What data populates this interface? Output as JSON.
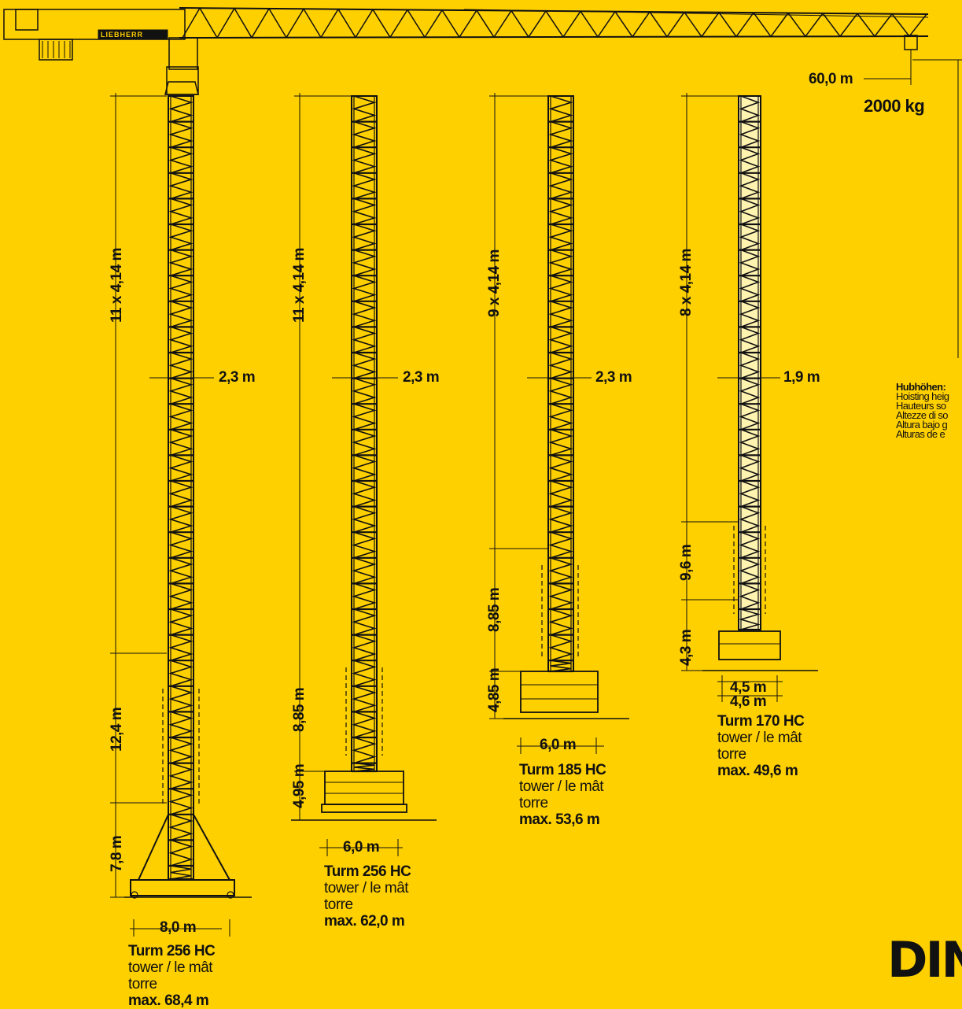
{
  "crane": {
    "brand": "LIEBHERR",
    "radius_label": "60,0 m",
    "load_label": "2000 kg"
  },
  "towers": [
    {
      "id": "t1",
      "sections_label": "11 x 4,14 m",
      "width_label": "2,3 m",
      "lower1_label": "12,4 m",
      "lower2_label": "7,8 m",
      "base_label": "8,0 m",
      "name": "Turm 256 HC",
      "line2": "tower / le mât",
      "line3": "torre",
      "max": "max. 68,4 m"
    },
    {
      "id": "t2",
      "sections_label": "11 x 4,14 m",
      "width_label": "2,3 m",
      "lower1_label": "8,85 m",
      "lower2_label": "4,95 m",
      "base_label": "6,0 m",
      "name": "Turm 256 HC",
      "line2": "tower / le mât",
      "line3": "torre",
      "max": "max. 62,0 m"
    },
    {
      "id": "t3",
      "sections_label": "9 x 4,14 m",
      "width_label": "2,3 m",
      "lower1_label": "8,85 m",
      "lower2_label": "4,85 m",
      "base_label": "6,0 m",
      "name": "Turm 185 HC",
      "line2": "tower / le mât",
      "line3": "torre",
      "max": "max. 53,6 m"
    },
    {
      "id": "t4",
      "sections_label": "8 x 4,14 m",
      "width_label": "1,9 m",
      "lower1_label": "9,6 m",
      "lower2_label": "4,3 m",
      "base_label_a": "4,5 m",
      "base_label_b": "4,6 m",
      "name": "Turm 170 HC",
      "line2": "tower / le mât",
      "line3": "torre",
      "max": "max. 49,6 m"
    }
  ],
  "hoisting_heights": {
    "title": "Hubhöhen:",
    "lines": [
      "Hoisting heig",
      "Hauteurs so",
      "Altezze di so",
      "Altura bajo g",
      "Alturas de e"
    ]
  },
  "logo_text": "DIN"
}
